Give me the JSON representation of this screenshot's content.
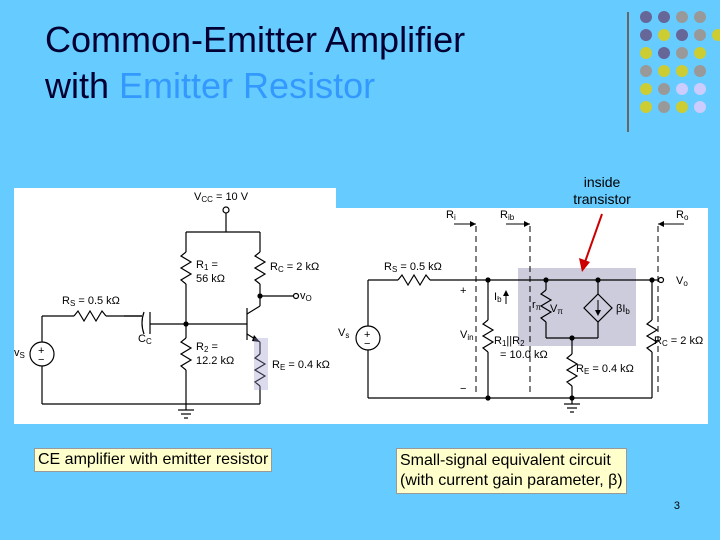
{
  "title": {
    "line1": "Common-Emitter Amplifier",
    "line2_prefix": "with ",
    "line2_accent": "Emitter Resistor"
  },
  "colors": {
    "background": "#66ccff",
    "title": "#000033",
    "accent": "#3399ff",
    "dot_purple": "#666699",
    "dot_yellow": "#cccc33",
    "dot_gray": "#999999",
    "dot_light": "#ccccff"
  },
  "left_circuit": {
    "vcc": "V",
    "vcc_sub": "CC",
    "vcc_val": " = 10 V",
    "r1_name": "R",
    "r1_sub": "1",
    "r1_eq": " =",
    "r1_val": "56 kΩ",
    "rc_name": "R",
    "rc_sub": "C",
    "rc_val": " = 2 kΩ",
    "rs_name": "R",
    "rs_sub": "S",
    "rs_val": " = 0.5 kΩ",
    "cc_name": "C",
    "cc_sub": "C",
    "r2_name": "R",
    "r2_sub": "2",
    "r2_eq": " =",
    "r2_val": "12.2 kΩ",
    "re_name": "R",
    "re_sub": "E",
    "re_val": " = 0.4 kΩ",
    "vo_name": "v",
    "vo_sub": "O",
    "vs_name": "v",
    "vs_sub": "S",
    "plus": "+",
    "minus": "−"
  },
  "right_circuit": {
    "ri_name": "R",
    "ri_sub": "i",
    "rib_name": "R",
    "rib_sub": "ib",
    "ro_name": "R",
    "ro_sub": "o",
    "rs_name": "R",
    "rs_sub": "S",
    "rs_val": " = 0.5 kΩ",
    "vs_name": "V",
    "vs_sub": "s",
    "vin_name": "V",
    "vin_sub": "in",
    "ib_name": "I",
    "ib_sub": "b",
    "rpi_name": "r",
    "rpi_sub": "π",
    "vpi_name": "V",
    "vpi_sub": "π",
    "beta_label": "βI",
    "beta_sub": "b",
    "r12_label": "R",
    "r12_sub1": "1",
    "r12_par": "||",
    "r12_label2": "R",
    "r12_sub2": "2",
    "r12_val": "= 10.0 kΩ",
    "re_name": "R",
    "re_sub": "E",
    "re_val": " = 0.4 kΩ",
    "rc_name": "R",
    "rc_sub": "C",
    "rc_val": " = 2 kΩ",
    "vo_name": "V",
    "vo_sub": "o",
    "plus": "+",
    "minus": "−"
  },
  "inside_note": {
    "line1": "inside",
    "line2": "transistor"
  },
  "captions": {
    "left": "CE amplifier with emitter resistor",
    "right_line1": "Small-signal equivalent circuit",
    "right_line2": "(with current gain parameter, β)"
  },
  "page_number": "3"
}
